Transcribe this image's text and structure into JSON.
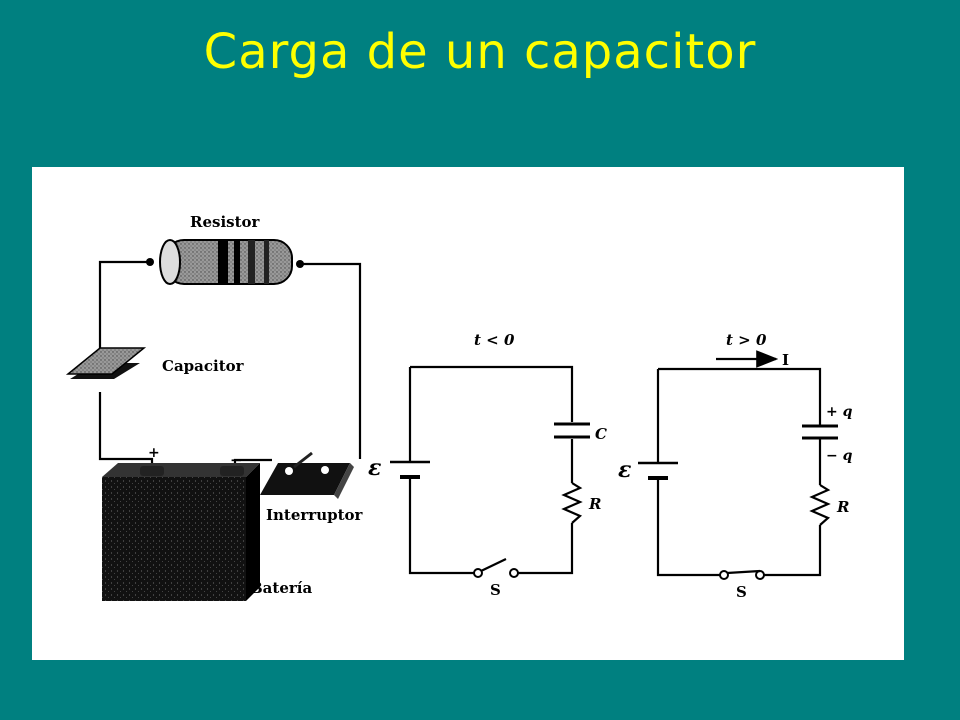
{
  "slide": {
    "title": "Carga de un capacitor",
    "colors": {
      "background": "#008080",
      "title": "#ffff00",
      "panel": "#ffffff"
    }
  },
  "pictorial": {
    "resistor_label": "Resistor",
    "capacitor_label": "Capacitor",
    "battery_label": "Batería",
    "switch_label": "Interruptor",
    "plus": "+",
    "minus": "−"
  },
  "schematic_before": {
    "time_label": "t < 0",
    "emf": "ε",
    "capacitor": "C",
    "resistor": "R",
    "switch": "S"
  },
  "schematic_after": {
    "time_label": "t > 0",
    "current": "I",
    "emf": "ε",
    "plus_q": "+ q",
    "minus_q": "− q",
    "resistor": "R",
    "switch": "S"
  }
}
